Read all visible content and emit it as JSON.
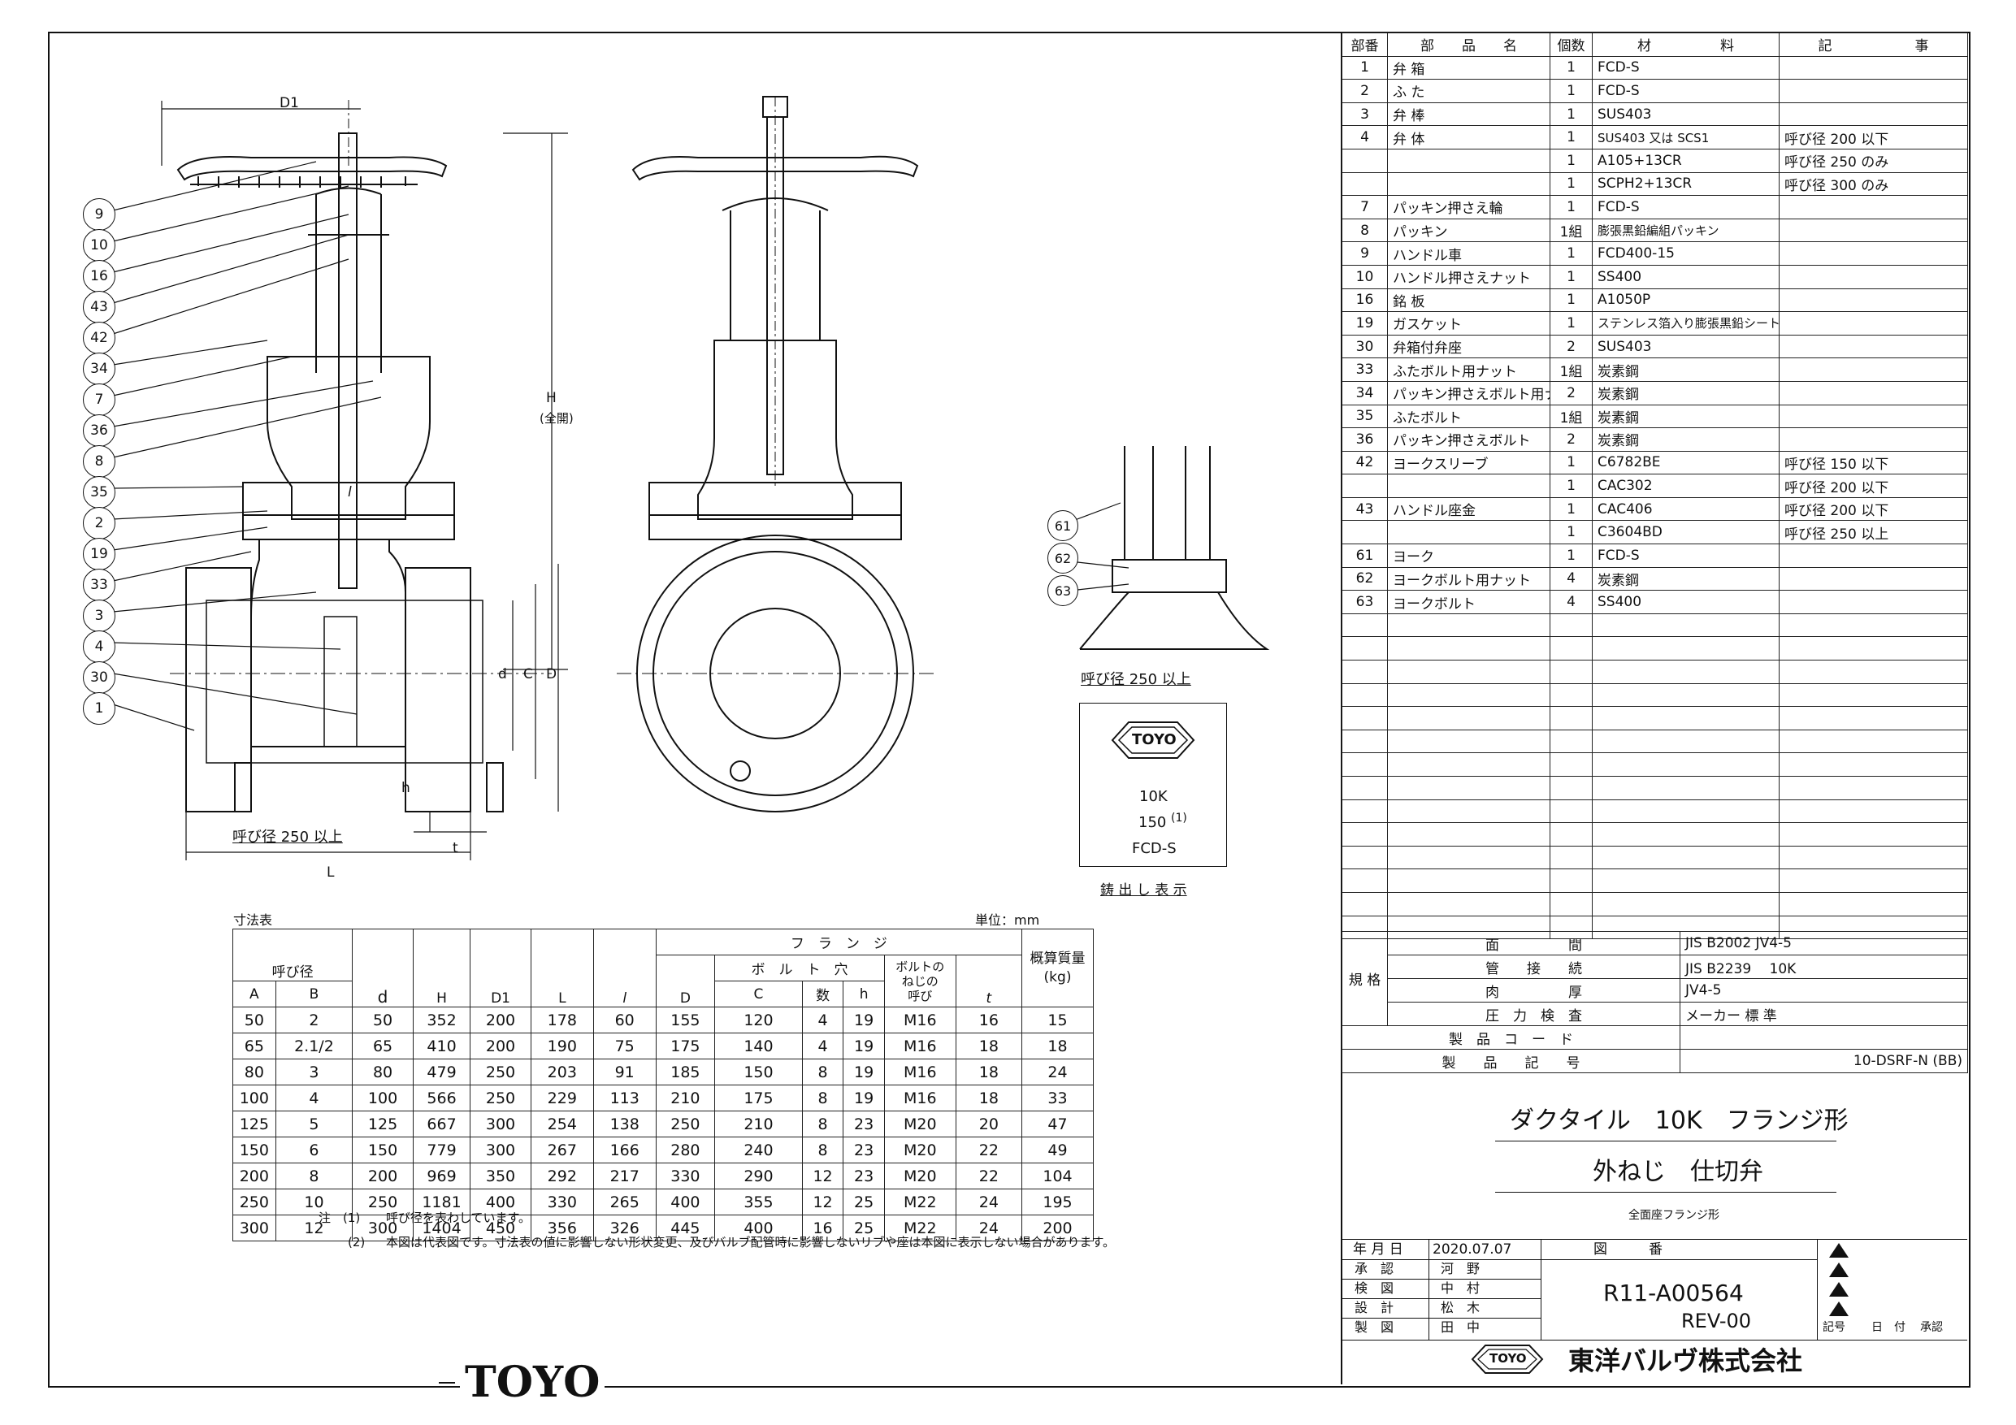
{
  "parts_table": {
    "headers": [
      "部番",
      "部　　品　　名",
      "個数",
      "材　　　　　料",
      "記　　　　　　事"
    ],
    "rows": [
      [
        "1",
        "弁 箱",
        "1",
        "FCD-S",
        ""
      ],
      [
        "2",
        "ふ た",
        "1",
        "FCD-S",
        ""
      ],
      [
        "3",
        "弁 棒",
        "1",
        "SUS403",
        ""
      ],
      [
        "4",
        "弁 体",
        "1",
        "SUS403 又は SCS1",
        "呼び径 200 以下"
      ],
      [
        "",
        "",
        "1",
        "A105+13CR",
        "呼び径 250 のみ"
      ],
      [
        "",
        "",
        "1",
        "SCPH2+13CR",
        "呼び径 300 のみ"
      ],
      [
        "7",
        "パッキン押さえ輪",
        "1",
        "FCD-S",
        ""
      ],
      [
        "8",
        "パッキン",
        "1組",
        "膨張黒鉛編組パッキン",
        ""
      ],
      [
        "9",
        "ハンドル車",
        "1",
        "FCD400-15",
        ""
      ],
      [
        "10",
        "ハンドル押さえナット",
        "1",
        "SS400",
        ""
      ],
      [
        "16",
        "銘 板",
        "1",
        "A1050P",
        ""
      ],
      [
        "19",
        "ガスケット",
        "1",
        "ステンレス箔入り膨張黒鉛シート",
        ""
      ],
      [
        "30",
        "弁箱付弁座",
        "2",
        "SUS403",
        ""
      ],
      [
        "33",
        "ふたボルト用ナット",
        "1組",
        "炭素鋼",
        ""
      ],
      [
        "34",
        "パッキン押さえボルト用ナット",
        "2",
        "炭素鋼",
        ""
      ],
      [
        "35",
        "ふたボルト",
        "1組",
        "炭素鋼",
        ""
      ],
      [
        "36",
        "パッキン押さえボルト",
        "2",
        "炭素鋼",
        ""
      ],
      [
        "42",
        "ヨークスリーブ",
        "1",
        "C6782BE",
        "呼び径 150 以下"
      ],
      [
        "",
        "",
        "1",
        "CAC302",
        "呼び径 200 以下"
      ],
      [
        "43",
        "ハンドル座金",
        "1",
        "CAC406",
        "呼び径 200 以下"
      ],
      [
        "",
        "",
        "1",
        "C3604BD",
        "呼び径 250 以上"
      ],
      [
        "61",
        "ヨーク",
        "1",
        "FCD-S",
        ""
      ],
      [
        "62",
        "ヨークボルト用ナット",
        "4",
        "炭素鋼",
        ""
      ],
      [
        "63",
        "ヨークボルト",
        "4",
        "SS400",
        ""
      ],
      [
        "",
        "",
        "",
        "",
        ""
      ],
      [
        "",
        "",
        "",
        "",
        ""
      ],
      [
        "",
        "",
        "",
        "",
        ""
      ],
      [
        "",
        "",
        "",
        "",
        ""
      ],
      [
        "",
        "",
        "",
        "",
        ""
      ],
      [
        "",
        "",
        "",
        "",
        ""
      ],
      [
        "",
        "",
        "",
        "",
        ""
      ],
      [
        "",
        "",
        "",
        "",
        ""
      ],
      [
        "",
        "",
        "",
        "",
        ""
      ],
      [
        "",
        "",
        "",
        "",
        ""
      ],
      [
        "",
        "",
        "",
        "",
        ""
      ],
      [
        "",
        "",
        "",
        "",
        ""
      ],
      [
        "",
        "",
        "",
        "",
        ""
      ],
      [
        "",
        "",
        "",
        "",
        ""
      ]
    ]
  },
  "spec": {
    "group_label": "規 格",
    "rows": [
      [
        "面　　　　　間",
        "JIS B2002 JV4-5"
      ],
      [
        "管　　接　　続",
        "JIS B2239　 10K"
      ],
      [
        "肉　　　　　厚",
        "JV4-5"
      ],
      [
        "圧　力　検　査",
        "メーカー 標 準"
      ]
    ],
    "product_code_label": "製　品　コ　ー　ド",
    "product_code": "",
    "product_symbol_label": "製　　品　　記　　号",
    "product_symbol": "10-DSRF-N (BB)"
  },
  "title_block": {
    "title1": "ダクタイル　10K　フランジ形",
    "title2": "外ねじ　仕切弁",
    "subtitle": "全面座フランジ形",
    "date_label": "年 月 日",
    "date": "2020.07.07",
    "drawing_number_label": "図　　　番",
    "drawing_number": "R11-A00564",
    "revision": "REV-00",
    "approvals": [
      [
        "承　認",
        "河　野"
      ],
      [
        "検　図",
        "中　村"
      ],
      [
        "設　計",
        "松　木"
      ],
      [
        "製　図",
        "田　中"
      ]
    ],
    "revision_cols": [
      "記号",
      "日　付",
      "承認"
    ],
    "company": "東洋バルヴ株式会社",
    "logo_text": "TOYO"
  },
  "dimension_table": {
    "caption": "寸法表",
    "unit": "単位：mm",
    "header": {
      "nominal": "呼び径",
      "A": "A",
      "B": "B",
      "d": "d",
      "H": "H",
      "D1": "D1",
      "L": "L",
      "l": "l",
      "flange": "フ　ラ　ン　ジ",
      "bolt_holes": "ボ　ル　ト　穴",
      "D": "D",
      "C": "C",
      "count": "数",
      "h": "h",
      "bolt_thread": "ボルトの\nねじの\n呼び",
      "t": "t",
      "mass": "概算質量\n(kg)"
    },
    "rows": [
      [
        "50",
        "2",
        "50",
        "352",
        "200",
        "178",
        "60",
        "155",
        "120",
        "4",
        "19",
        "M16",
        "16",
        "15"
      ],
      [
        "65",
        "2.1/2",
        "65",
        "410",
        "200",
        "190",
        "75",
        "175",
        "140",
        "4",
        "19",
        "M16",
        "18",
        "18"
      ],
      [
        "80",
        "3",
        "80",
        "479",
        "250",
        "203",
        "91",
        "185",
        "150",
        "8",
        "19",
        "M16",
        "18",
        "24"
      ],
      [
        "100",
        "4",
        "100",
        "566",
        "250",
        "229",
        "113",
        "210",
        "175",
        "8",
        "19",
        "M16",
        "18",
        "33"
      ],
      [
        "125",
        "5",
        "125",
        "667",
        "300",
        "254",
        "138",
        "250",
        "210",
        "8",
        "23",
        "M20",
        "20",
        "47"
      ],
      [
        "150",
        "6",
        "150",
        "779",
        "300",
        "267",
        "166",
        "280",
        "240",
        "8",
        "23",
        "M20",
        "22",
        "49"
      ],
      [
        "200",
        "8",
        "200",
        "969",
        "350",
        "292",
        "217",
        "330",
        "290",
        "12",
        "23",
        "M20",
        "22",
        "104"
      ],
      [
        "250",
        "10",
        "250",
        "1181",
        "400",
        "330",
        "265",
        "400",
        "355",
        "12",
        "25",
        "M22",
        "24",
        "195"
      ],
      [
        "300",
        "12",
        "300",
        "1404",
        "450",
        "356",
        "326",
        "445",
        "400",
        "16",
        "25",
        "M22",
        "24",
        "200"
      ]
    ],
    "notes": [
      [
        "注　(1)",
        "呼び径を表わしています。"
      ],
      [
        "(2)",
        "本図は代表図です。寸法表の値に影響しない形状変更、及びバルブ配管時に影響しないリブや座は本図に表示しない場合があります。"
      ]
    ]
  },
  "drawing": {
    "balloons": [
      "9",
      "10",
      "16",
      "43",
      "42",
      "34",
      "7",
      "36",
      "8",
      "35",
      "2",
      "19",
      "33",
      "3",
      "4",
      "30",
      "1"
    ],
    "detail_balloons": [
      "61",
      "62",
      "63"
    ],
    "dim_labels": {
      "D1": "D1",
      "H": "H",
      "H_note": "(全開)",
      "d": "d",
      "C": "C",
      "D": "D",
      "L": "L",
      "l": "l",
      "h": "h",
      "t": "t"
    },
    "note_250": "呼び径 250 以上",
    "detail_caption": "呼び径 250 以上",
    "cast_marking": {
      "logo": "TOYO",
      "line1": "10K",
      "line2": "150",
      "line2_sup": "(1)",
      "line3": "FCD-S",
      "caption": "鋳 出 し 表 示"
    }
  },
  "footer_logo": "TOYO"
}
